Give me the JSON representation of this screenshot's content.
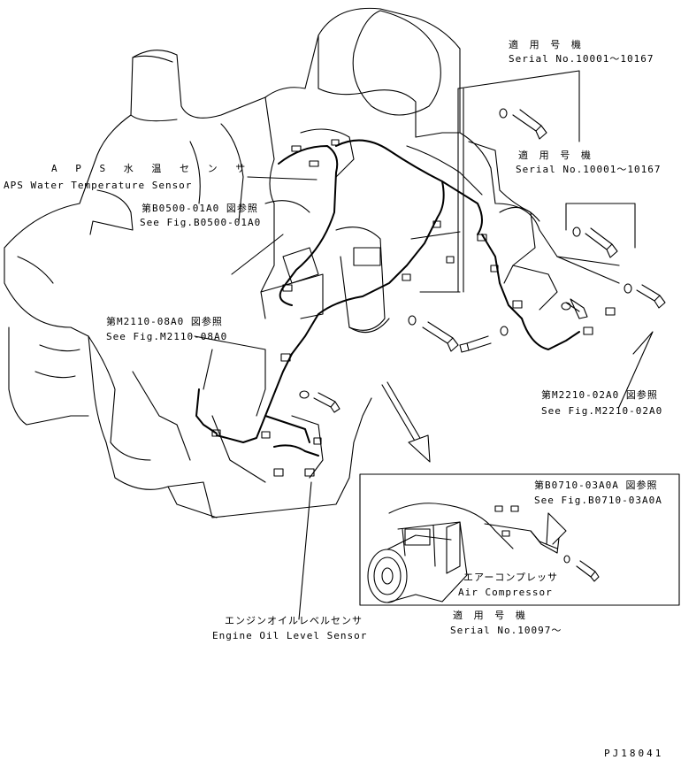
{
  "labels": {
    "serial_top_jp": "適 用 号 機",
    "serial_top": "Serial No.10001～10167",
    "serial_mid_jp": "適 用 号 機",
    "serial_mid": "Serial No.10001～10167",
    "aps_jp": "A P S 水 温 セ ン サ",
    "aps_en": "APS Water Temperature Sensor",
    "b0500_jp": "第B0500-01A0 図参照",
    "b0500_en": "See Fig.B0500-01A0",
    "m2110_jp": "第M2110-08A0 図参照",
    "m2110_en": "See Fig.M2110-08A0",
    "m2210_jp": "第M2210-02A0 図参照",
    "m2210_en": "See Fig.M2210-02A0",
    "b0710_jp": "第B0710-03A0A 図参照",
    "b0710_en": "See Fig.B0710-03A0A",
    "aircomp_jp": "エアーコンプレッサ",
    "aircomp_en": "Air Compressor",
    "serial_bottom_jp": "適 用 号 機",
    "serial_bottom": "Serial No.10097～",
    "oil_jp": "エンジンオイルレベルセンサ",
    "oil_en": "Engine Oil Level Sensor",
    "drawing_no": "PJ18041"
  },
  "colors": {
    "ink": "#000000",
    "paper": "#ffffff"
  }
}
